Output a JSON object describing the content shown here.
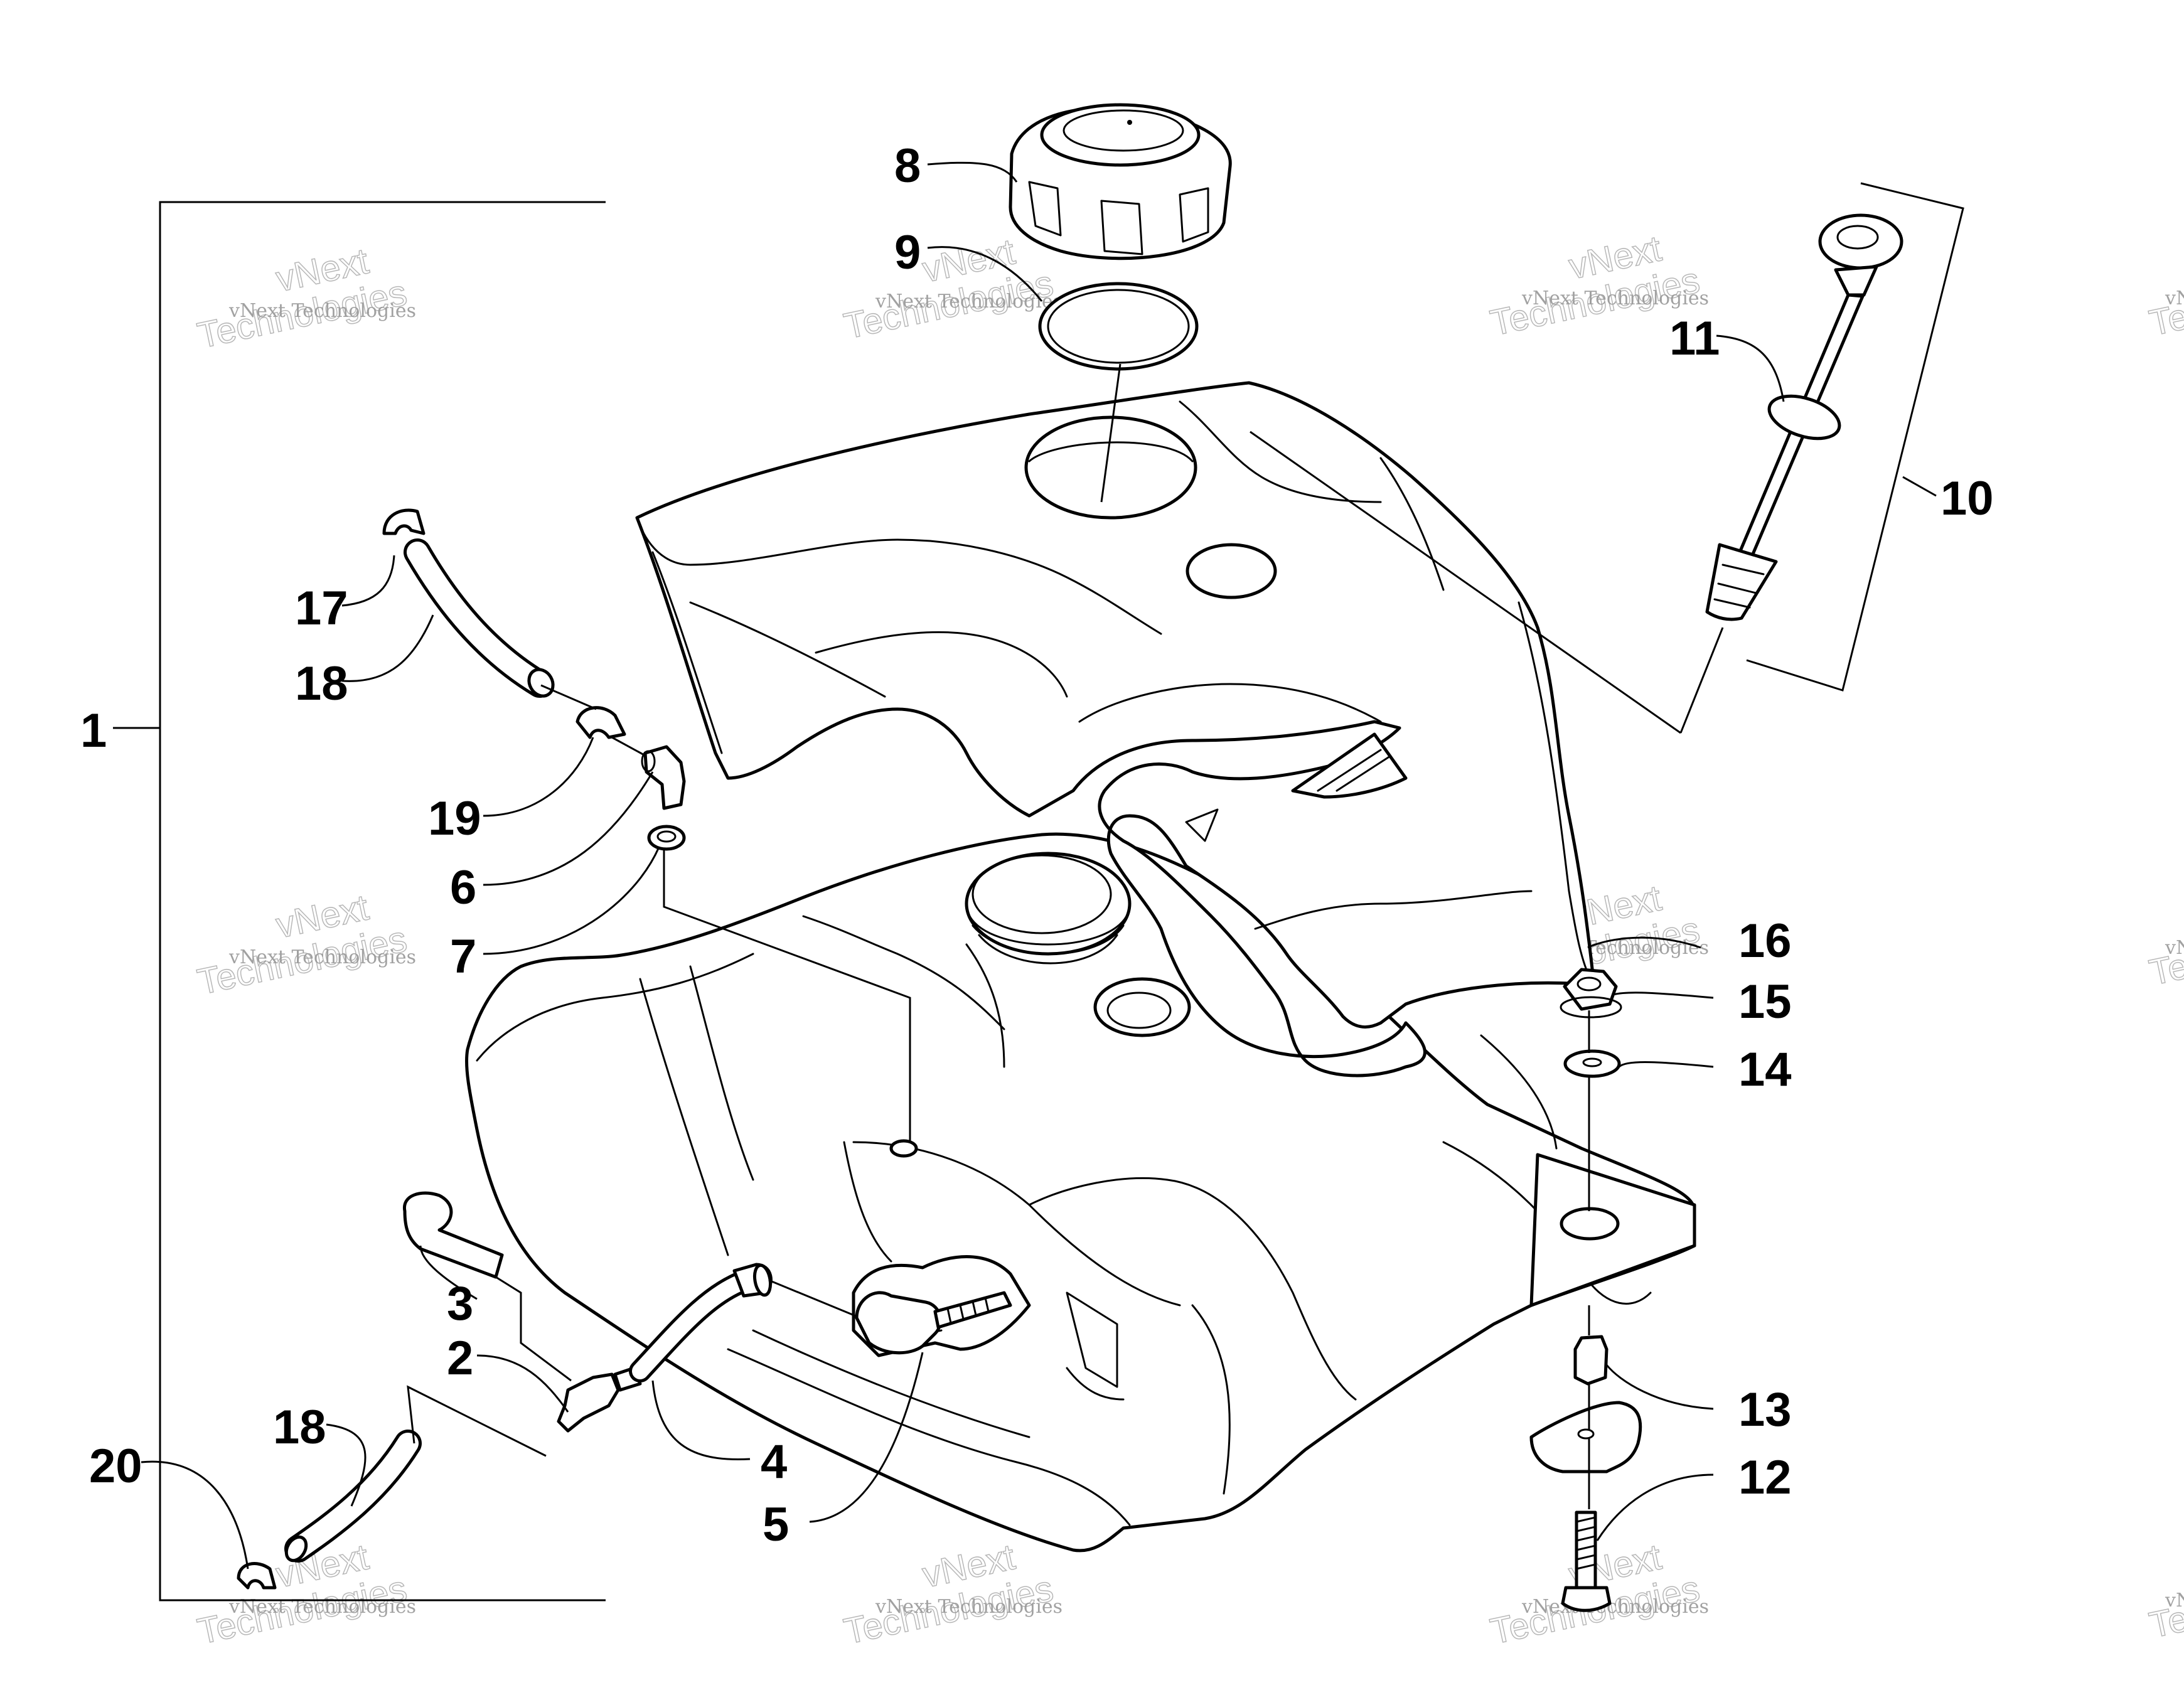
{
  "watermark": {
    "line1": "vNext Technologies",
    "line2": "vNext",
    "line3": "Technologies"
  },
  "callouts": [
    "1",
    "2",
    "3",
    "4",
    "5",
    "6",
    "7",
    "8",
    "9",
    "10",
    "11",
    "12",
    "13",
    "14",
    "15",
    "16",
    "17",
    "18",
    "18",
    "19",
    "20"
  ]
}
